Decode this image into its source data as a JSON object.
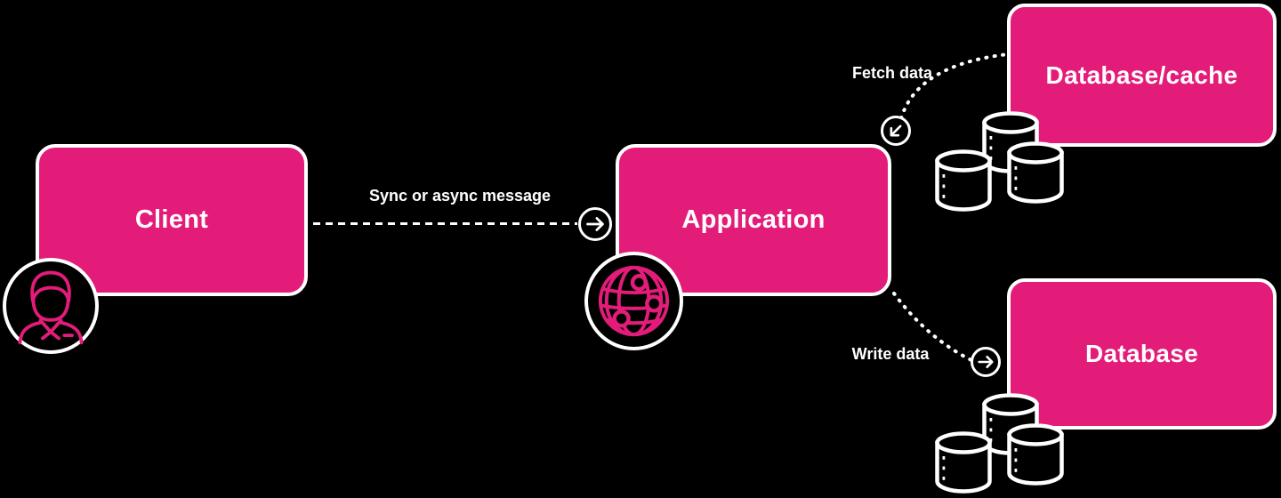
{
  "colors": {
    "accent": "#e31c79",
    "background": "#000000",
    "line": "#ffffff",
    "text": "#ffffff"
  },
  "nodes": {
    "client": {
      "label": "Client"
    },
    "application": {
      "label": "Application"
    },
    "database_cache": {
      "label": "Database/cache"
    },
    "database": {
      "label": "Database"
    }
  },
  "edges": {
    "sync": {
      "label": "Sync or async message"
    },
    "fetch": {
      "label": "Fetch data"
    },
    "write": {
      "label": "Write data"
    }
  },
  "icons": {
    "client_badge": "user-icon",
    "application_badge": "globe-network-icon",
    "sync_arrow": "arrow-right-icon",
    "fetch_arrow": "arrow-down-left-icon",
    "write_arrow": "arrow-right-icon",
    "database_cache_cluster": "database-cylinders-icon",
    "database_cluster": "database-cylinders-icon"
  }
}
